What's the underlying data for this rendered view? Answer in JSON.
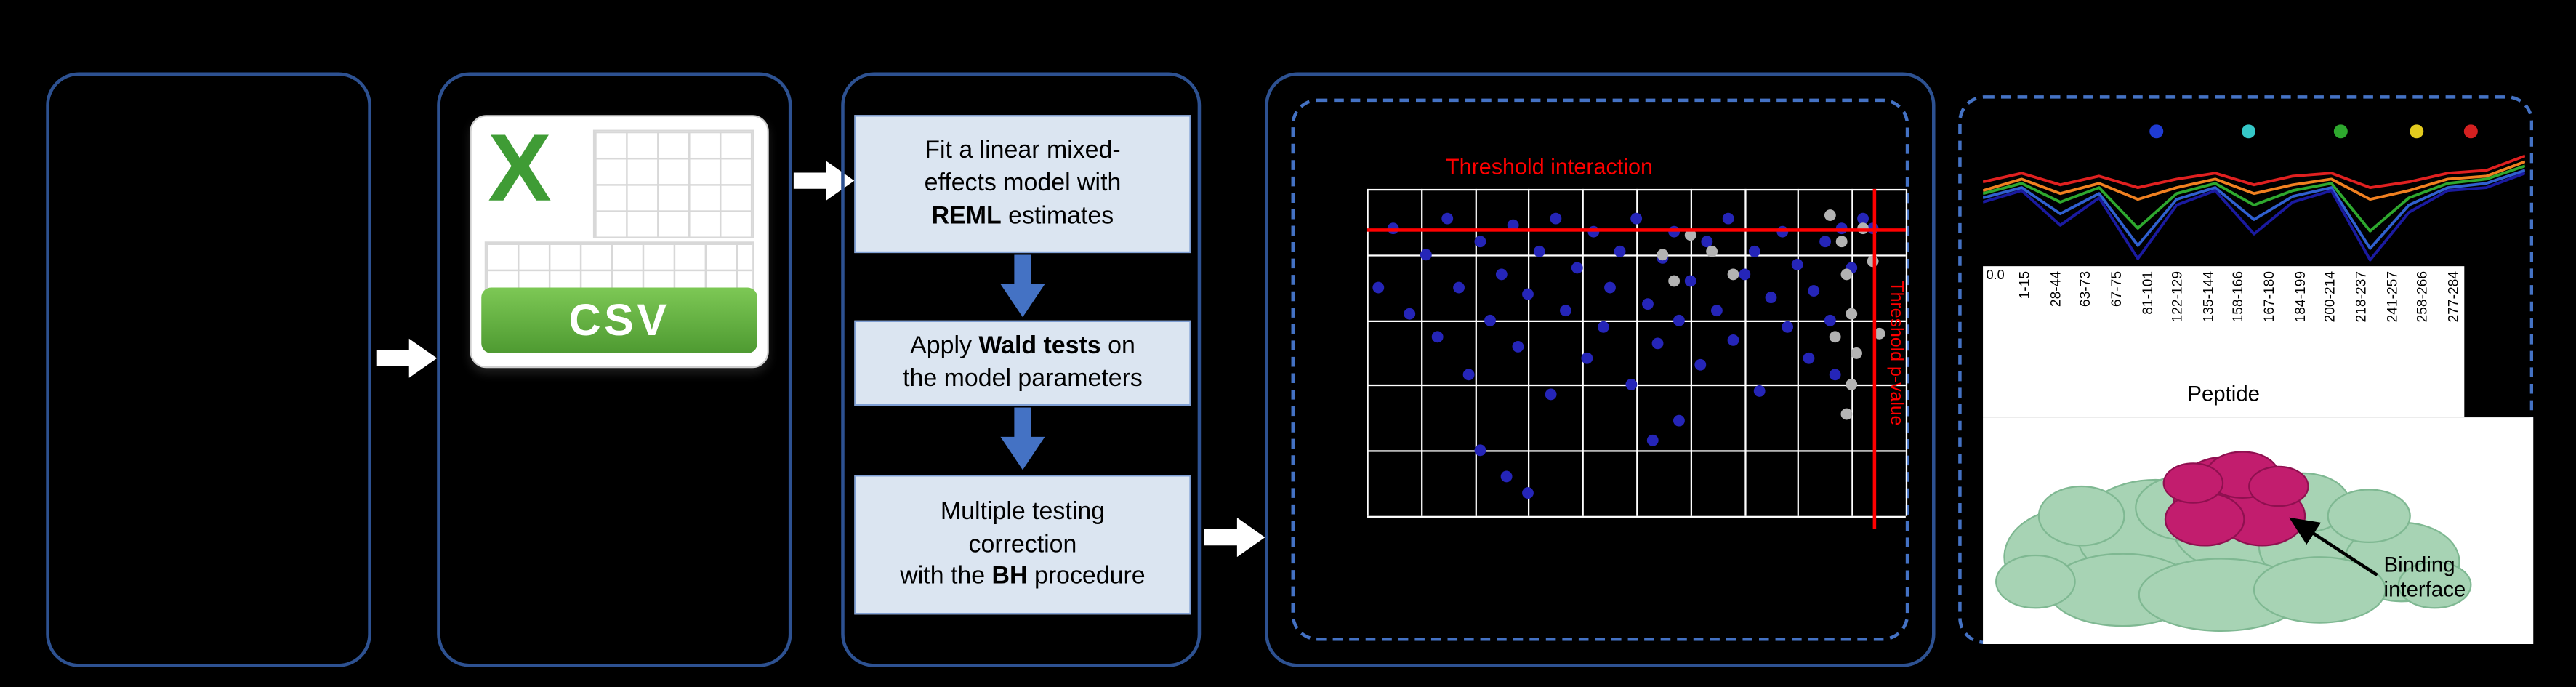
{
  "colors": {
    "background": "#000000",
    "panel_border": "#2d5191",
    "dashed_border": "#4472c4",
    "process_fill": "#dbe5f1",
    "process_border": "#7f9fd4",
    "process_text": "#000000",
    "flow_arrow": "#ffffff",
    "down_arrow": "#4472c4",
    "threshold_red": "#ff0000",
    "grid_line": "#ffffff",
    "dot_blue": "#2525b8",
    "dot_gray": "#b3b3b3",
    "csv_green_light": "#7dc855",
    "csv_green_dark": "#4e9a31",
    "excel_x_green": "#3f9c35",
    "protein_green": "#a7d3b4",
    "protein_green_stroke": "#7fb892",
    "protein_magenta": "#c21d6e",
    "protein_magenta_stroke": "#8f1050"
  },
  "csv_icon": {
    "logo_glyph": "X",
    "banner_label": "CSV"
  },
  "steps": [
    {
      "lines": [
        [
          {
            "t": "Fit a linear mixed-"
          }
        ],
        [
          {
            "t": "effects model with"
          }
        ],
        [
          {
            "t": "REML",
            "b": true
          },
          {
            "t": " estimates"
          }
        ]
      ]
    },
    {
      "lines": [
        [
          {
            "t": "Apply "
          },
          {
            "t": "Wald tests",
            "b": true
          },
          {
            "t": " on"
          }
        ],
        [
          {
            "t": "the model parameters"
          }
        ]
      ]
    },
    {
      "lines": [
        [
          {
            "t": "Multiple testing"
          }
        ],
        [
          {
            "t": "correction"
          }
        ],
        [
          {
            "t": "with the "
          },
          {
            "t": "BH",
            "b": true
          },
          {
            "t": " procedure"
          }
        ]
      ]
    }
  ],
  "scatter": {
    "type": "scatter",
    "title": "Threshold interaction",
    "side_label": "Threshold p-value",
    "grid": {
      "cols": 10,
      "rows": 5
    },
    "threshold_h_y_pct": 12,
    "threshold_v_x_pct": 94,
    "blue_points": [
      [
        2,
        30
      ],
      [
        5,
        12
      ],
      [
        8,
        38
      ],
      [
        11,
        20
      ],
      [
        13,
        45
      ],
      [
        15,
        9
      ],
      [
        17,
        30
      ],
      [
        19,
        57
      ],
      [
        21,
        16
      ],
      [
        23,
        40
      ],
      [
        25,
        26
      ],
      [
        27,
        11
      ],
      [
        28,
        48
      ],
      [
        30,
        32
      ],
      [
        32,
        19
      ],
      [
        34,
        63
      ],
      [
        35,
        9
      ],
      [
        37,
        37
      ],
      [
        39,
        24
      ],
      [
        41,
        52
      ],
      [
        42,
        13
      ],
      [
        44,
        42
      ],
      [
        45,
        30
      ],
      [
        47,
        19
      ],
      [
        49,
        60
      ],
      [
        50,
        9
      ],
      [
        52,
        35
      ],
      [
        54,
        47
      ],
      [
        55,
        21
      ],
      [
        57,
        13
      ],
      [
        58,
        40
      ],
      [
        60,
        28
      ],
      [
        62,
        54
      ],
      [
        63,
        16
      ],
      [
        65,
        37
      ],
      [
        67,
        9
      ],
      [
        68,
        46
      ],
      [
        70,
        26
      ],
      [
        72,
        19
      ],
      [
        73,
        62
      ],
      [
        75,
        33
      ],
      [
        77,
        13
      ],
      [
        78,
        42
      ],
      [
        80,
        23
      ],
      [
        82,
        52
      ],
      [
        83,
        31
      ],
      [
        85,
        16
      ],
      [
        86,
        40
      ],
      [
        88,
        12
      ],
      [
        90,
        24
      ],
      [
        26,
        88
      ],
      [
        30,
        93
      ],
      [
        21,
        80
      ],
      [
        53,
        77
      ],
      [
        58,
        71
      ],
      [
        92,
        9
      ],
      [
        87,
        57
      ],
      [
        94,
        12
      ]
    ],
    "gray_points": [
      [
        86,
        8
      ],
      [
        88,
        16
      ],
      [
        89,
        26
      ],
      [
        90,
        38
      ],
      [
        91,
        50
      ],
      [
        90,
        60
      ],
      [
        89,
        69
      ],
      [
        92,
        12
      ],
      [
        87,
        45
      ],
      [
        55,
        20
      ],
      [
        60,
        14
      ],
      [
        64,
        19
      ],
      [
        57,
        28
      ],
      [
        68,
        26
      ],
      [
        94,
        22
      ],
      [
        95,
        44
      ]
    ]
  },
  "peptide_chart": {
    "type": "line",
    "y_tick": "0.0",
    "xlabel": "Peptide",
    "x_labels": [
      "1-15",
      "28-44",
      "63-73",
      "67-75",
      "81-101",
      "122-129",
      "135-144",
      "158-166",
      "167-180",
      "184-199",
      "200-214",
      "218-237",
      "241-257",
      "258-266",
      "277-284"
    ],
    "dots": [
      {
        "x_pct": 32,
        "color": "#1f3bd4"
      },
      {
        "x_pct": 49,
        "color": "#35c8c8"
      },
      {
        "x_pct": 66,
        "color": "#2ea82e"
      },
      {
        "x_pct": 80,
        "color": "#e3cb1e"
      },
      {
        "x_pct": 90,
        "color": "#d42020"
      }
    ],
    "series": [
      {
        "name": "red",
        "color": "#e02020",
        "values": [
          44,
          38,
          46,
          40,
          48,
          42,
          38,
          46,
          40,
          38,
          48,
          44,
          38,
          36,
          26
        ]
      },
      {
        "name": "orange",
        "color": "#f08020",
        "values": [
          50,
          42,
          52,
          45,
          56,
          48,
          42,
          52,
          46,
          42,
          56,
          50,
          42,
          40,
          30
        ]
      },
      {
        "name": "green",
        "color": "#2ea82e",
        "values": [
          52,
          45,
          58,
          48,
          76,
          52,
          45,
          60,
          50,
          45,
          78,
          55,
          45,
          42,
          33
        ]
      },
      {
        "name": "blue",
        "color": "#3060d0",
        "values": [
          55,
          48,
          66,
          52,
          88,
          56,
          48,
          70,
          54,
          48,
          90,
          60,
          48,
          45,
          36
        ]
      },
      {
        "name": "navy",
        "color": "#1a1aa0",
        "values": [
          58,
          50,
          74,
          55,
          97,
          60,
          50,
          80,
          58,
          50,
          98,
          65,
          50,
          48,
          38
        ]
      }
    ]
  },
  "protein": {
    "annotation_line1": "Binding",
    "annotation_line2": "interface"
  }
}
